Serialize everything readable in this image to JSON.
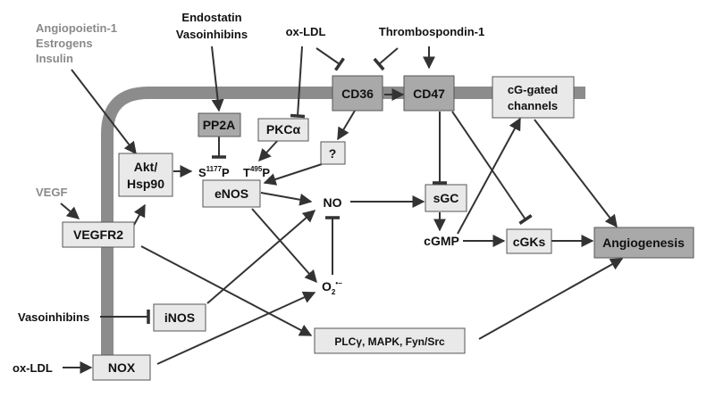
{
  "colors": {
    "membrane": "#8c8c8c",
    "box_light": "#e9e9e9",
    "box_dark": "#a9a9a9",
    "text": "#111111",
    "text_gray": "#8a8a8a",
    "arrow": "#333333"
  },
  "labels": {
    "angiopoietin": "Angiopoietin-1",
    "estrogens": "Estrogens",
    "insulin": "Insulin",
    "endostatin": "Endostatin",
    "vasoinhibins_top": "Vasoinhibins",
    "oxldl_top": "ox-LDL",
    "thrombospondin": "Thrombospondin-1",
    "vegf": "VEGF",
    "vasoinhibins_left": "Vasoinhibins",
    "oxldl_left": "ox-LDL",
    "no": "NO",
    "cgmp": "cGMP",
    "o2": "O",
    "o2_sub": "2",
    "o2_sup": "•−",
    "s_prefix": "S",
    "s_sup": "1177",
    "s_suffix": "P",
    "t_prefix": "T",
    "t_sup": "495",
    "t_suffix": "P"
  },
  "nodes": {
    "cd36": "CD36",
    "cd47": "CD47",
    "cg_gated_1": "cG-gated",
    "cg_gated_2": "channels",
    "pp2a": "PP2A",
    "pkc": "PKCα",
    "question": "?",
    "akt_1": "Akt/",
    "akt_2": "Hsp90",
    "enos": "eNOS",
    "sgc": "sGC",
    "vegfr2": "VEGFR2",
    "cgks": "cGKs",
    "angiogenesis": "Angiogenesis",
    "inos": "iNOS",
    "plc": "PLCγ, MAPK, Fyn/Src",
    "nox": "NOX"
  }
}
